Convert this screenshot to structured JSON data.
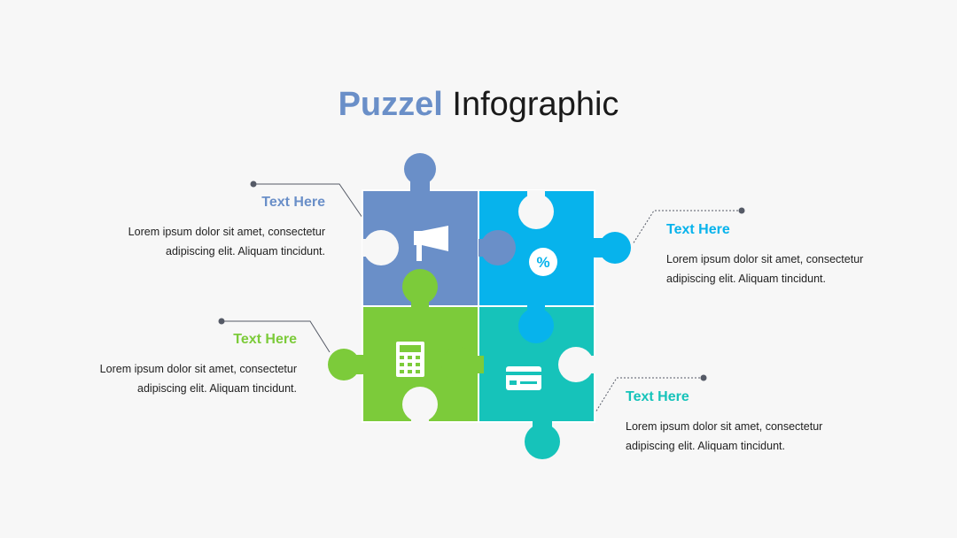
{
  "title": {
    "accent": "Puzzel",
    "rest": "Infographic"
  },
  "colors": {
    "blue": "#6a8fc8",
    "skyblue": "#07b3ec",
    "green": "#7ccb3a",
    "teal": "#16c3ba",
    "connector": "#555a66"
  },
  "pieces": [
    {
      "name": "top-left",
      "color": "#6a8fc8",
      "icon": "megaphone-icon"
    },
    {
      "name": "top-right",
      "color": "#07b3ec",
      "icon": "percent-badge-icon"
    },
    {
      "name": "bottom-left",
      "color": "#7ccb3a",
      "icon": "calculator-icon"
    },
    {
      "name": "bottom-right",
      "color": "#16c3ba",
      "icon": "credit-card-icon"
    }
  ],
  "blocks": [
    {
      "title": "Text Here",
      "line1": "Lorem ipsum dolor sit amet, consectetur",
      "line2": "adipiscing elit. Aliquam tincidunt.",
      "color": "#6a8fc8"
    },
    {
      "title": "Text Here",
      "line1": "Lorem ipsum dolor sit amet, consectetur",
      "line2": "adipiscing elit. Aliquam tincidunt.",
      "color": "#7ccb3a"
    },
    {
      "title": "Text Here",
      "line1": "Lorem ipsum dolor sit amet, consectetur",
      "line2": "adipiscing elit. Aliquam tincidunt.",
      "color": "#07b3ec"
    },
    {
      "title": "Text Here",
      "line1": "Lorem ipsum dolor sit amet, consectetur",
      "line2": "adipiscing elit. Aliquam tincidunt.",
      "color": "#16c3ba"
    }
  ]
}
